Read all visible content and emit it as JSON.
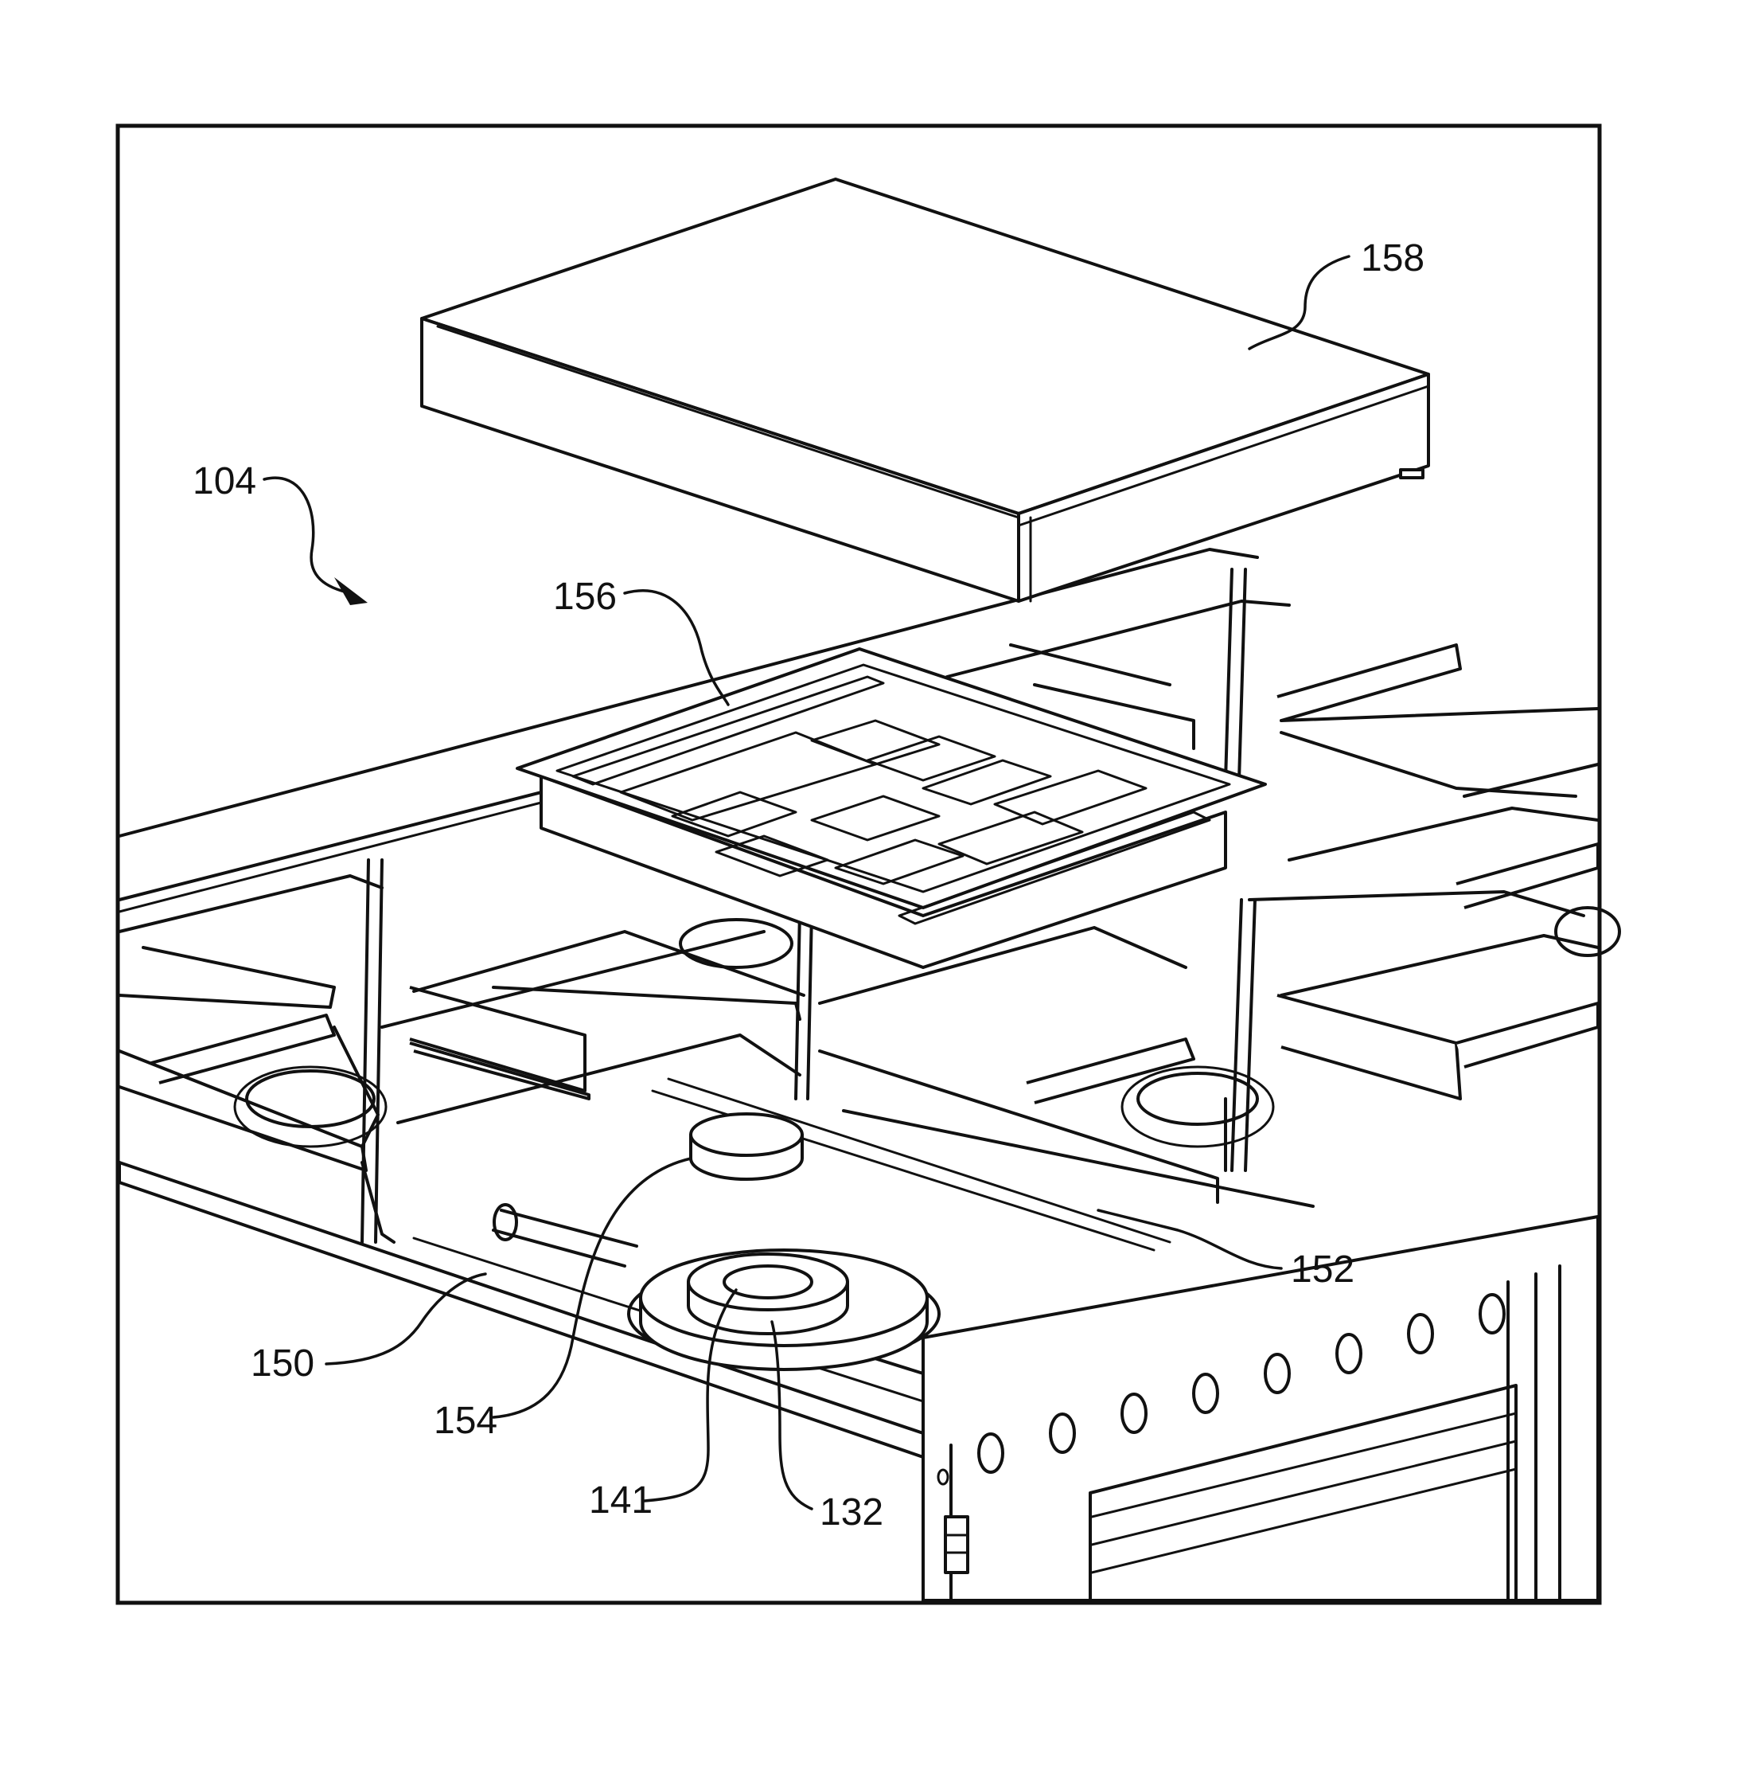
{
  "colors": {
    "ink": "#111111",
    "paper": "#ffffff"
  },
  "labels": {
    "r104": "104",
    "r132": "132",
    "r141": "141",
    "r150": "150",
    "r152": "152",
    "r154": "154",
    "r156": "156",
    "r158": "158"
  }
}
